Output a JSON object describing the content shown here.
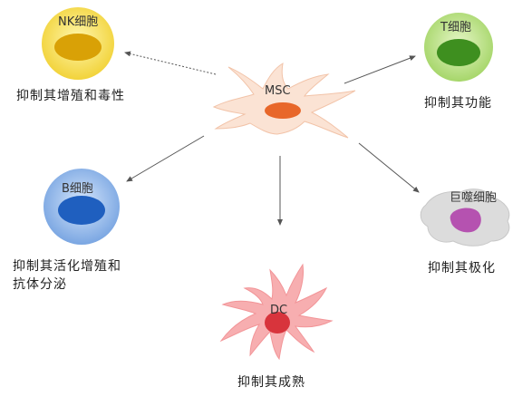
{
  "center": {
    "label": "MSC"
  },
  "nk": {
    "label": "NK细胞",
    "effect": "抑制其增殖和毒性"
  },
  "t": {
    "label": "T细胞",
    "effect": "抑制其功能"
  },
  "b": {
    "label": "B细胞",
    "effect_line1": "抑制其活化增殖和",
    "effect_line2": "抗体分泌"
  },
  "macrophage": {
    "label": "巨噬细胞",
    "effect": "抑制其极化"
  },
  "dc": {
    "label": "DC",
    "effect": "抑制其成熟"
  },
  "colors": {
    "msc_body": "#fbe3d4",
    "msc_nucleus": "#e8672a",
    "nk_outer": "#f7e15a",
    "nk_inner": "#d9a106",
    "t_outer": "#bfe38a",
    "t_inner": "#3e8f1f",
    "b_outer": "#8fb6ea",
    "b_inner": "#1f5fbf",
    "macrophage_body": "#dcdcdc",
    "macrophage_nucleus": "#b552b0",
    "dc_body": "#f7aeb0",
    "dc_nucleus": "#d8343c",
    "arrow": "#555555"
  }
}
